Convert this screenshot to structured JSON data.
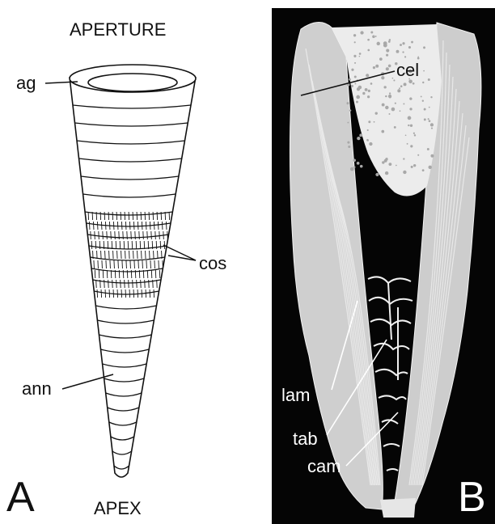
{
  "panel_a": {
    "letter": "A",
    "top_label": "APERTURE",
    "bottom_label": "APEX",
    "labels": {
      "ag": "ag",
      "cos": "cos",
      "ann": "ann"
    }
  },
  "panel_b": {
    "letter": "B",
    "labels": {
      "cel": "cel",
      "lam": "lam",
      "tab": "tab",
      "cam": "cam"
    }
  },
  "colors": {
    "ink": "#111111",
    "background": "#ffffff",
    "photo_bg": "#050505",
    "photo_wall": "#d8d8d8",
    "photo_fill": "#eeeeee"
  }
}
